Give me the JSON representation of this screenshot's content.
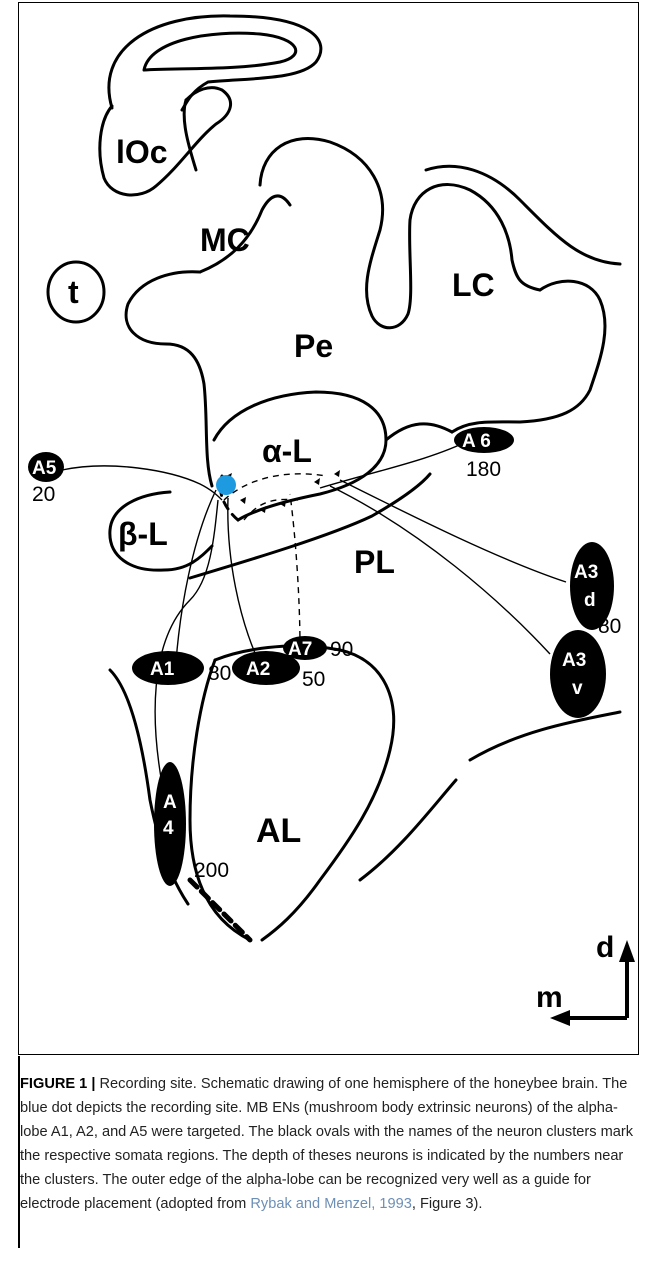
{
  "figure": {
    "regions": {
      "ioc": "lOc",
      "mc": "MC",
      "t": "t",
      "lc": "LC",
      "pe": "Pe",
      "alpha_lobe": "α-L",
      "beta_lobe": "β-L",
      "pl": "PL",
      "al": "AL"
    },
    "clusters": {
      "a1": {
        "name": "A1",
        "depth": "80"
      },
      "a2": {
        "name": "A2",
        "depth": "50"
      },
      "a3d": {
        "name_line1": "A3",
        "name_line2": "d",
        "depth": "80"
      },
      "a3v": {
        "name_line1": "A3",
        "name_line2": "v"
      },
      "a4": {
        "name_line1": "A",
        "name_line2": "4",
        "depth": "200"
      },
      "a5": {
        "name": "A5",
        "depth": "20"
      },
      "a6": {
        "name": "A 6",
        "depth": "180"
      },
      "a7": {
        "name": "A7",
        "depth": "90"
      }
    },
    "orientation": {
      "dorsal": "d",
      "medial": "m"
    },
    "colors": {
      "recording_site": "#1e9be0",
      "soma_fill": "#000000"
    }
  },
  "caption": {
    "label": "FIGURE 1",
    "separator": " | ",
    "text": "Recording site. Schematic drawing of one hemisphere of the honeybee brain. The blue dot depicts the recording site. MB ENs (mushroom body extrinsic neurons) of the alpha-lobe A1, A2, and A5 were targeted. The black ovals with the names of the neuron clusters mark the respective somata regions. The depth of theses neurons is indicated by the numbers near the clusters. The outer edge of the alpha-lobe can be recognized very well as a guide for electrode placement (adopted from ",
    "reference": "Rybak and Menzel, 1993",
    "text_end": ", Figure 3)."
  }
}
